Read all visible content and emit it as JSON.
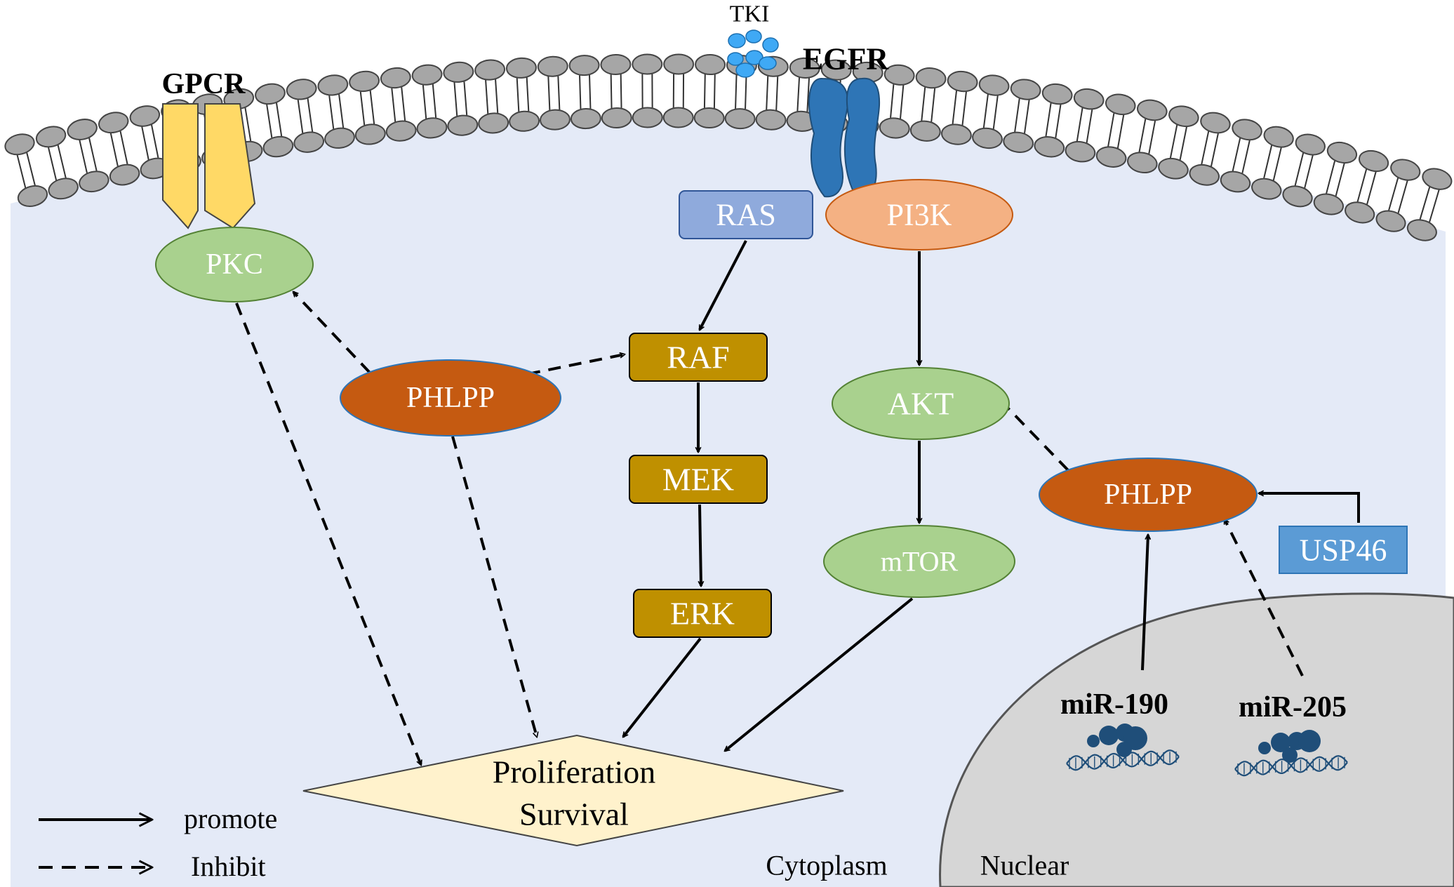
{
  "labels": {
    "tki": "TKI",
    "egfr": "EGFR",
    "gpcr": "GPCR",
    "cytoplasm": "Cytoplasm",
    "nuclear": "Nuclear"
  },
  "nodes": {
    "pkc": "PKC",
    "ras": "RAS",
    "pi3k": "PI3K",
    "raf": "RAF",
    "mek": "MEK",
    "erk": "ERK",
    "akt": "AKT",
    "mtor": "mTOR",
    "phlpp_left": "PHLPP",
    "phlpp_right": "PHLPP",
    "usp46": "USP46",
    "mir190": "miR-190",
    "mir205": "miR-205",
    "outcome_line1": "Proliferation",
    "outcome_line2": "Survival"
  },
  "legend": {
    "promote": "promote",
    "inhibit": "Inhibit"
  },
  "colors": {
    "cell_bg": "#e4eaf7",
    "nucleus": "#d6d6d6",
    "lipid_head": "#a6a6a6",
    "gpcr": "#ffd966",
    "egfr": "#2e75b6",
    "tki": "#3fa9f5",
    "green_node": "#a9d18e",
    "ras": "#8faadc",
    "pi3k": "#f4b183",
    "kinase_box": "#bf9000",
    "phlpp": "#c55a11",
    "usp46": "#5b9bd5",
    "outcome": "#fff2cc",
    "mirna": "#1f4e79"
  }
}
